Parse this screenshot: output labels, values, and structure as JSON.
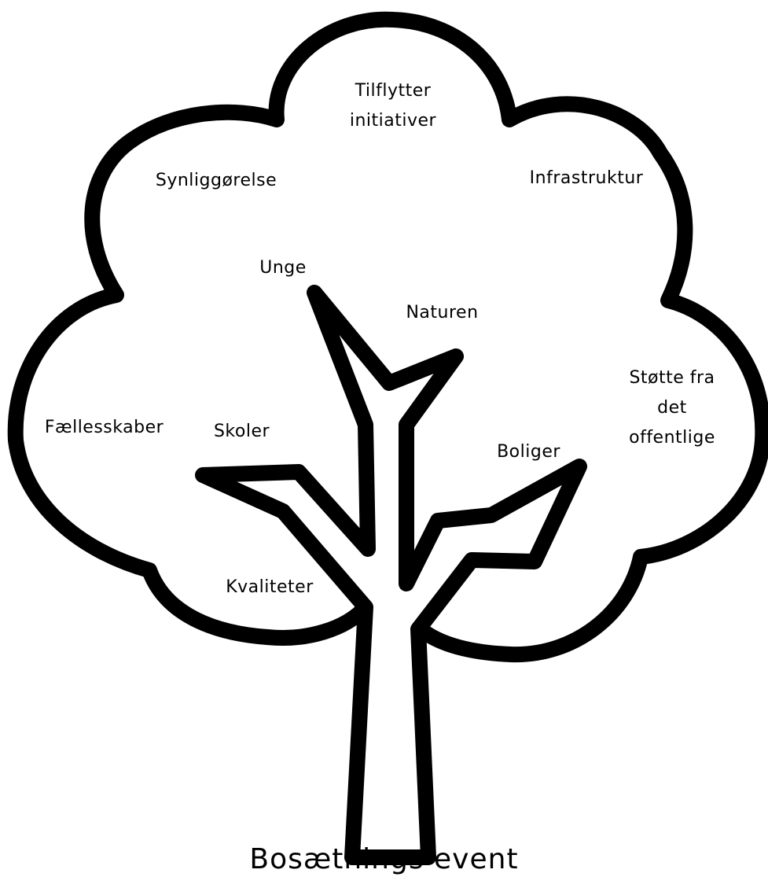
{
  "title": "Bosætnings event",
  "labels": {
    "tilflytter": [
      "Tilflytter",
      "initiativer"
    ],
    "synliggorelse": "Synliggørelse",
    "infrastruktur": "Infrastruktur",
    "unge": "Unge",
    "naturen": "Naturen",
    "stotte": [
      "Støtte fra",
      "det",
      "offentlige"
    ],
    "faellesskaber": "Fællesskaber",
    "skoler": "Skoler",
    "boliger": "Boliger",
    "kvaliteter": "Kvaliteter"
  },
  "colors": {
    "stroke": "#000000",
    "background": "#ffffff"
  }
}
